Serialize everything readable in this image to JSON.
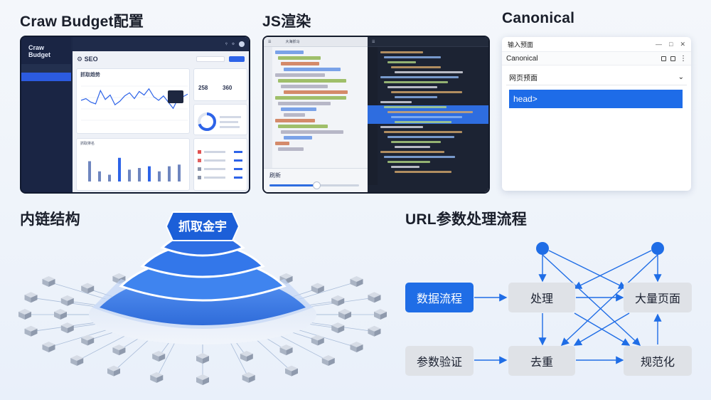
{
  "titles": {
    "budget": "Craw Budget配置",
    "js": "JS渲染",
    "canonical": "Canonical",
    "internal_links": "内链结构",
    "url_params": "URL参数处理流程"
  },
  "dashboard": {
    "logo": "Craw Budget",
    "title": "SEO",
    "chart_title": "抓取趋势",
    "bar_title": "抓取排名",
    "stats": [
      "258",
      "360"
    ],
    "nav": [
      "",
      "",
      "",
      "",
      "",
      "",
      ""
    ],
    "line_values": [
      48,
      52,
      44,
      40,
      70,
      50,
      60,
      38,
      46,
      58,
      65,
      52,
      68,
      60,
      74,
      56,
      48,
      58,
      44,
      30,
      52,
      56,
      62
    ],
    "bar_values": [
      60,
      30,
      20,
      70,
      35,
      40,
      45,
      30,
      45,
      50
    ]
  },
  "js_panel": {
    "left_tab": "大海抓马",
    "slider_label": "刷新",
    "slider_fraction": 0.52
  },
  "canonical_panel": {
    "window_title": "输入预面",
    "url_bar": "Canonical",
    "dropdown": "网页预面",
    "head_tag": "head>"
  },
  "pyramid": {
    "label": "抓取金宇"
  },
  "flow": {
    "nodes": {
      "data_flow": "数据流程",
      "process": "处理",
      "many_pages": "大量页面",
      "param_check": "参数验证",
      "dedup": "去重",
      "normalize": "规范化"
    }
  },
  "colors": {
    "accent": "#1f6de6",
    "node_gray": "#dfe2e7",
    "dark_panel": "#1c2846"
  }
}
